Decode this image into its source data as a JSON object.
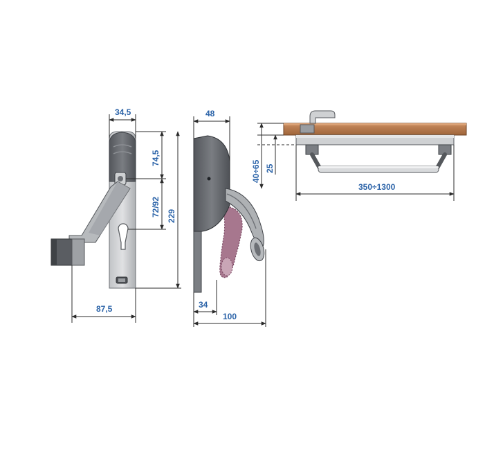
{
  "figure": {
    "labels": {
      "front_width": "34,5",
      "front_upper_height": "74,5",
      "front_lower_height": "72/92",
      "front_total_height": "229",
      "front_projection": "87,5",
      "side_width": "48",
      "side_base": "34",
      "side_total": "100",
      "top_total_depth": "40÷65",
      "top_bar_depth": "25",
      "top_length": "350÷1300"
    },
    "colors": {
      "dimension_text": "#2b63a8",
      "dimension_line": "#2b2b2b",
      "body_dark": "#6d7075",
      "body_mid": "#a7aaae",
      "body_light": "#cfd1d3",
      "handle_ghost": "#a7778e",
      "door_wood": "#b5784f",
      "door_edge": "#6b3f22"
    }
  }
}
